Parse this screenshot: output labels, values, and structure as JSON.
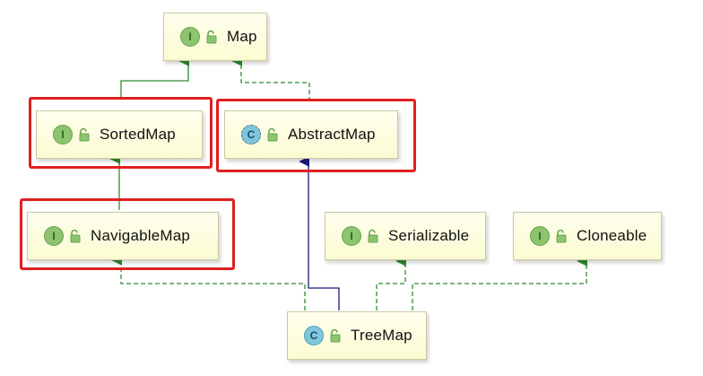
{
  "nodes": {
    "map": {
      "label": "Map",
      "kind": "interface",
      "badge": "I"
    },
    "sorted_map": {
      "label": "SortedMap",
      "kind": "interface",
      "badge": "I"
    },
    "abstract_map": {
      "label": "AbstractMap",
      "kind": "abstract-class",
      "badge": "C"
    },
    "navigable_map": {
      "label": "NavigableMap",
      "kind": "interface",
      "badge": "I"
    },
    "serializable": {
      "label": "Serializable",
      "kind": "interface",
      "badge": "I"
    },
    "cloneable": {
      "label": "Cloneable",
      "kind": "interface",
      "badge": "I"
    },
    "tree_map": {
      "label": "TreeMap",
      "kind": "class",
      "badge": "C"
    }
  },
  "edges": [
    {
      "from": "sorted_map",
      "to": "map",
      "style": "extends-interface"
    },
    {
      "from": "abstract_map",
      "to": "map",
      "style": "implements"
    },
    {
      "from": "navigable_map",
      "to": "sorted_map",
      "style": "extends-interface"
    },
    {
      "from": "tree_map",
      "to": "abstract_map",
      "style": "extends-class"
    },
    {
      "from": "tree_map",
      "to": "navigable_map",
      "style": "implements"
    },
    {
      "from": "tree_map",
      "to": "serializable",
      "style": "implements"
    },
    {
      "from": "tree_map",
      "to": "cloneable",
      "style": "implements"
    }
  ],
  "colors": {
    "extends_interface": "#2e8b2e",
    "implements": "#2e8b2e",
    "extends_class": "#1a1a80",
    "highlight": "#e02020",
    "node_fill": "#fbfbd2"
  },
  "icons": {
    "lock": "unlocked-padlock-icon"
  },
  "highlighted": [
    "sorted_map",
    "abstract_map",
    "navigable_map"
  ]
}
